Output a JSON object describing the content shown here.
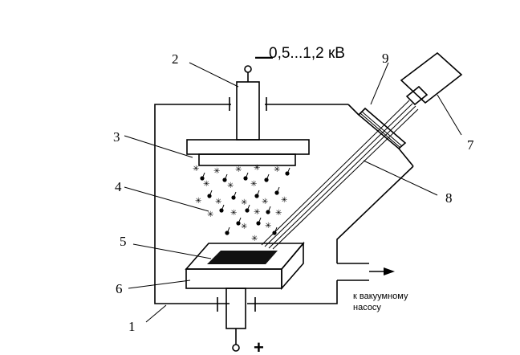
{
  "voltage": "0,5...1,2 кВ",
  "minus": "—",
  "plus": "+",
  "pump": [
    "к вакуумному",
    "насосу"
  ],
  "labels": {
    "l1": "1",
    "l2": "2",
    "l3": "3",
    "l4": "4",
    "l5": "5",
    "l6": "6",
    "l7": "7",
    "l8": "8",
    "l9": "9"
  }
}
